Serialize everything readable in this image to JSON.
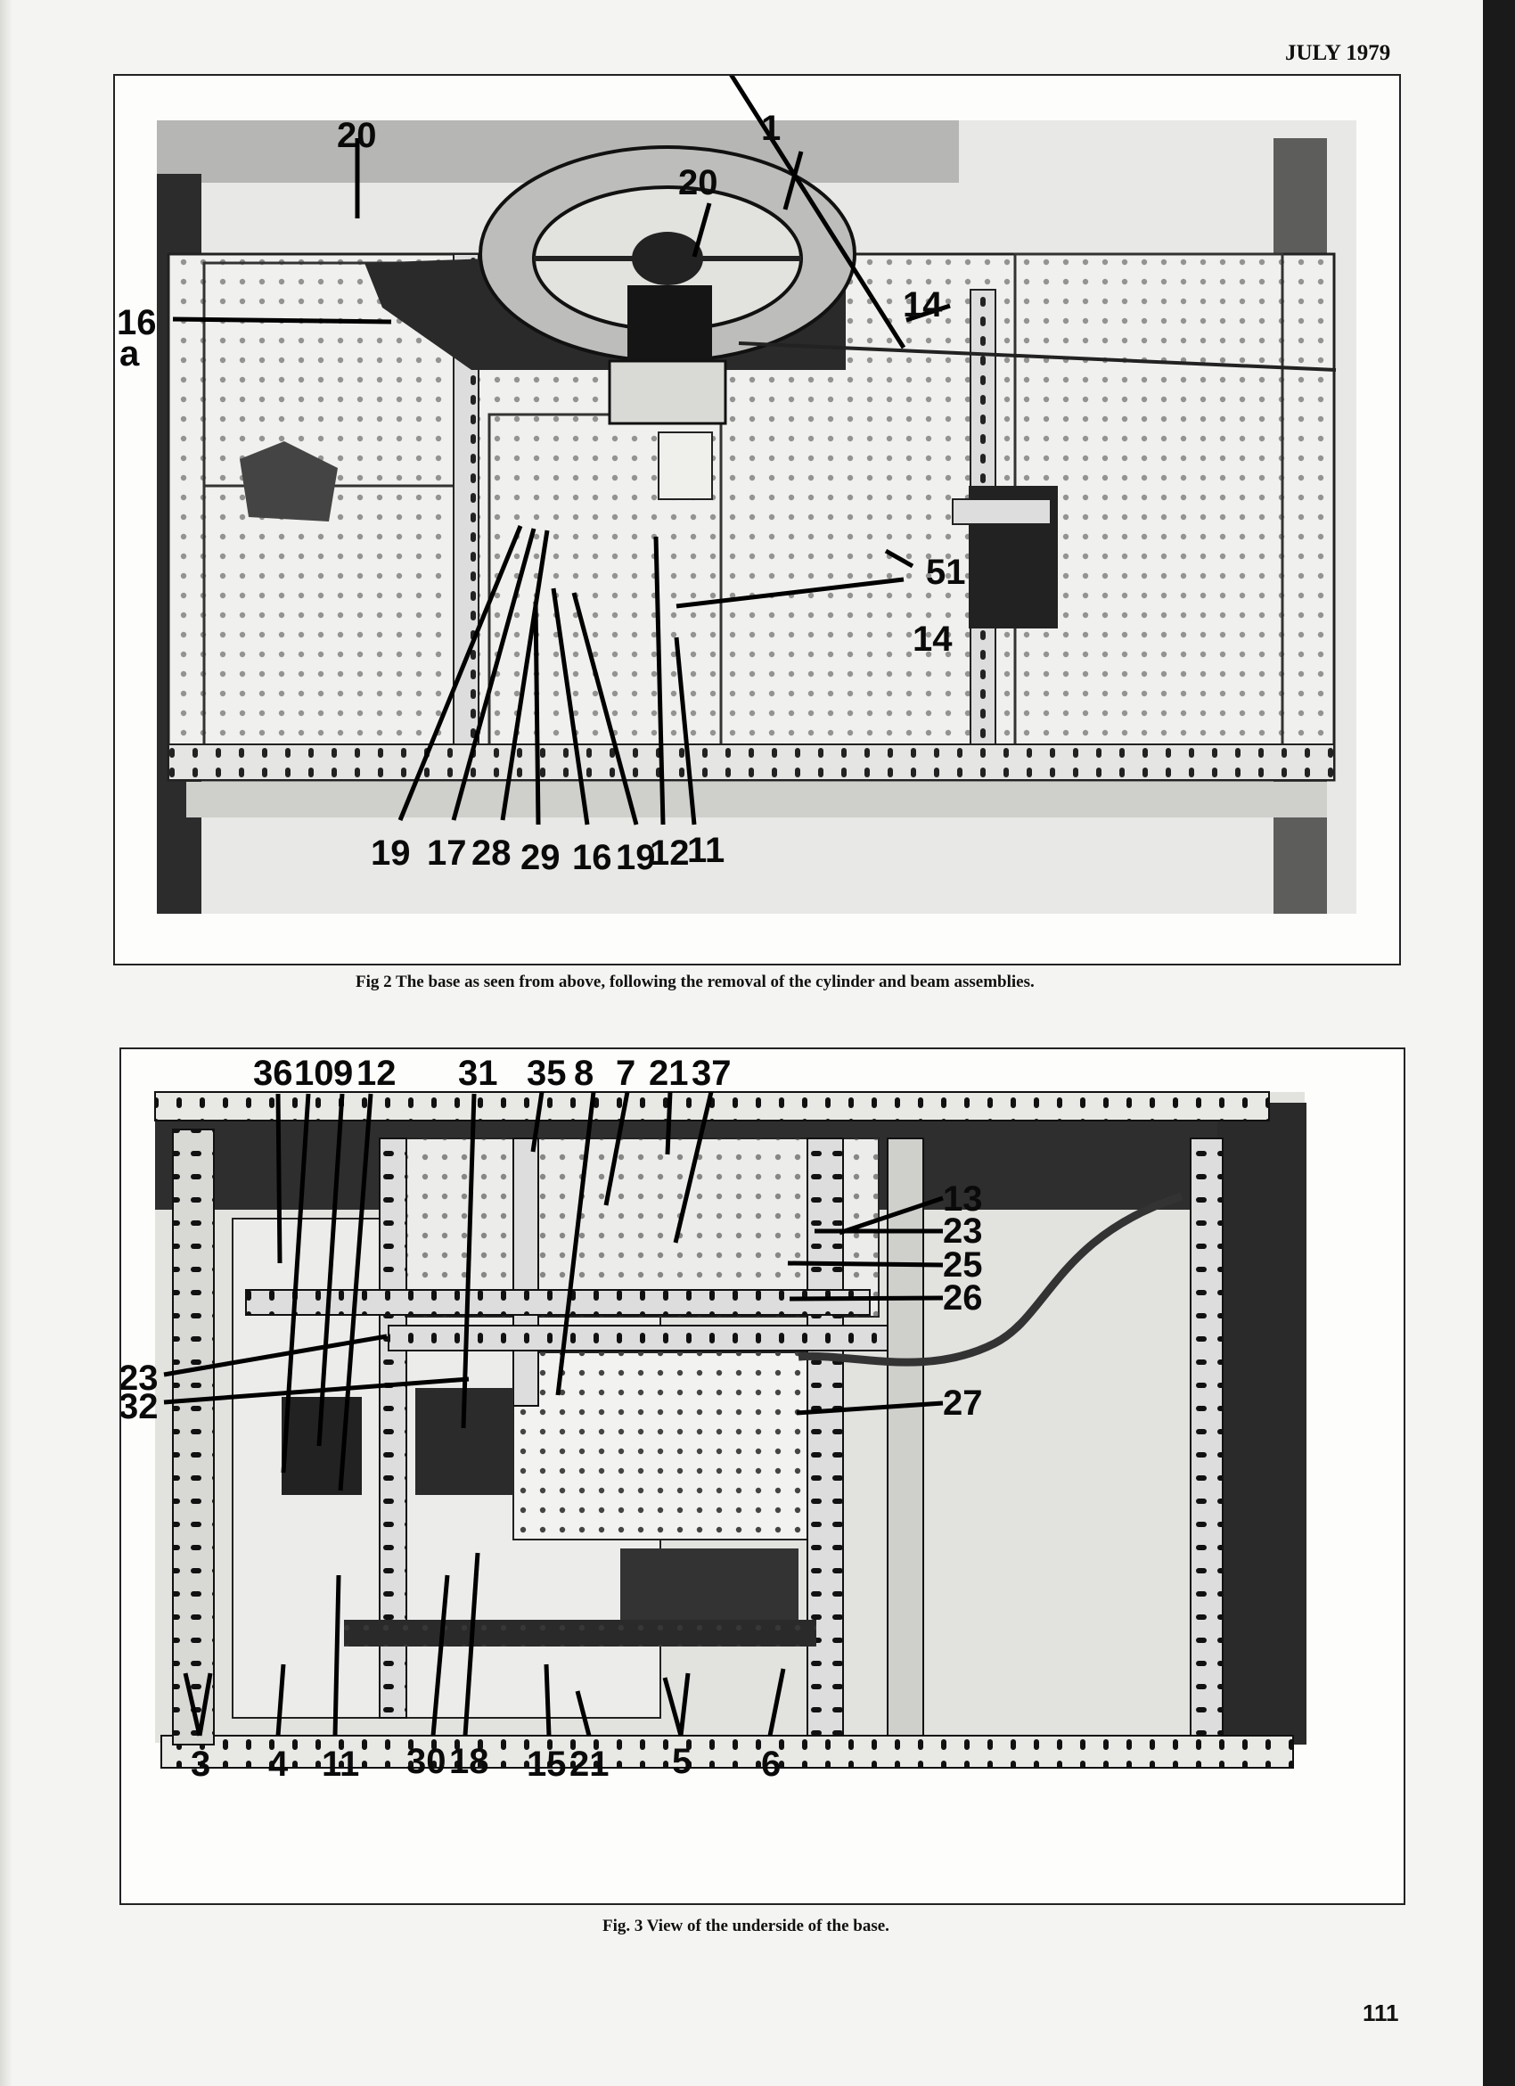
{
  "header": {
    "date": "JULY 1979"
  },
  "page_number": "111",
  "figure2": {
    "caption": "Fig 2 The base as seen from above, following the removal of the cylinder and  beam assemblies.",
    "labels": {
      "l20a": "20",
      "l20b": "20",
      "l1": "1",
      "l14a": "14",
      "l16": "16",
      "la": "a",
      "l51": "51",
      "l14b": "14",
      "l19a": "19",
      "l17": "17",
      "l28": "28",
      "l29": "29",
      "l16b": "16",
      "l19b": "19",
      "l12": "12",
      "l11": "11"
    }
  },
  "figure3": {
    "caption": "Fig. 3 View of the underside of the base.",
    "labels": {
      "l36": "36",
      "l10": "10",
      "l9": "9",
      "l12": "12",
      "l31": "31",
      "l35": "35",
      "l8": "8",
      "l7": "7",
      "l21a": "21",
      "l37": "37",
      "l13": "13",
      "l23a": "23",
      "l25": "25",
      "l26": "26",
      "l23b": "23",
      "l32": "32",
      "l27": "27",
      "l3": "3",
      "l4": "4",
      "l11": "11",
      "l30": "30",
      "l18": "18",
      "l15": "15",
      "l21b": "21",
      "l5": "5",
      "l6": "6"
    }
  }
}
